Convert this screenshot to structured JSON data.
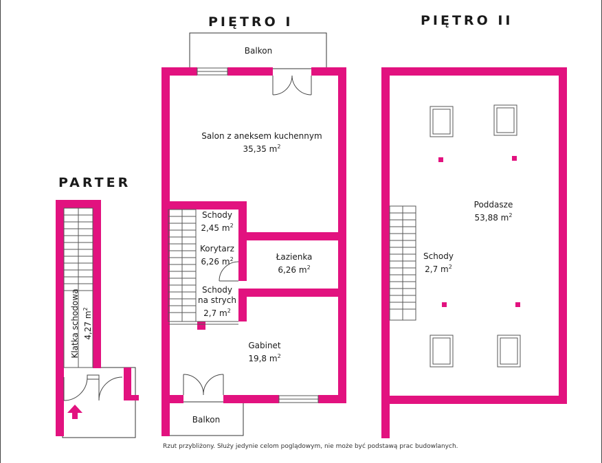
{
  "titles": {
    "pietro1": "PIĘTRO I",
    "pietro2": "PIĘTRO II",
    "parter": "PARTER"
  },
  "rooms": {
    "balkon_top": {
      "name": "Balkon"
    },
    "salon": {
      "name": "Salon z aneksem kuchennym",
      "area": "35,35 m",
      "sup": "2"
    },
    "schody1": {
      "name": "Schody",
      "area": "2,45 m",
      "sup": "2"
    },
    "korytarz": {
      "name": "Korytarz",
      "area": "6,26 m",
      "sup": "2"
    },
    "lazienka": {
      "name": "Łazienka",
      "area": "6,26 m",
      "sup": "2"
    },
    "schody_strych": {
      "name1": "Schody",
      "name2": "na strych",
      "area": "2,7 m",
      "sup": "2"
    },
    "gabinet": {
      "name": "Gabinet",
      "area": "19,8 m",
      "sup": "2"
    },
    "balkon_bottom": {
      "name": "Balkon"
    },
    "poddasze": {
      "name": "Poddasze",
      "area": "53,88 m",
      "sup": "2"
    },
    "schody2": {
      "name": "Schody",
      "area": "2,7 m",
      "sup": "2"
    },
    "klatka": {
      "name": "Klatka schodowa",
      "area": "4,27 m",
      "sup": "2"
    }
  },
  "disclaimer": "Rzut przybliżony. Służy jedynie celom poglądowym, nie może być podstawą prac budowlanych.",
  "colors": {
    "wall": "#e2127f",
    "line": "#333333"
  },
  "icons": {
    "entrance": "arrow-up-icon"
  }
}
